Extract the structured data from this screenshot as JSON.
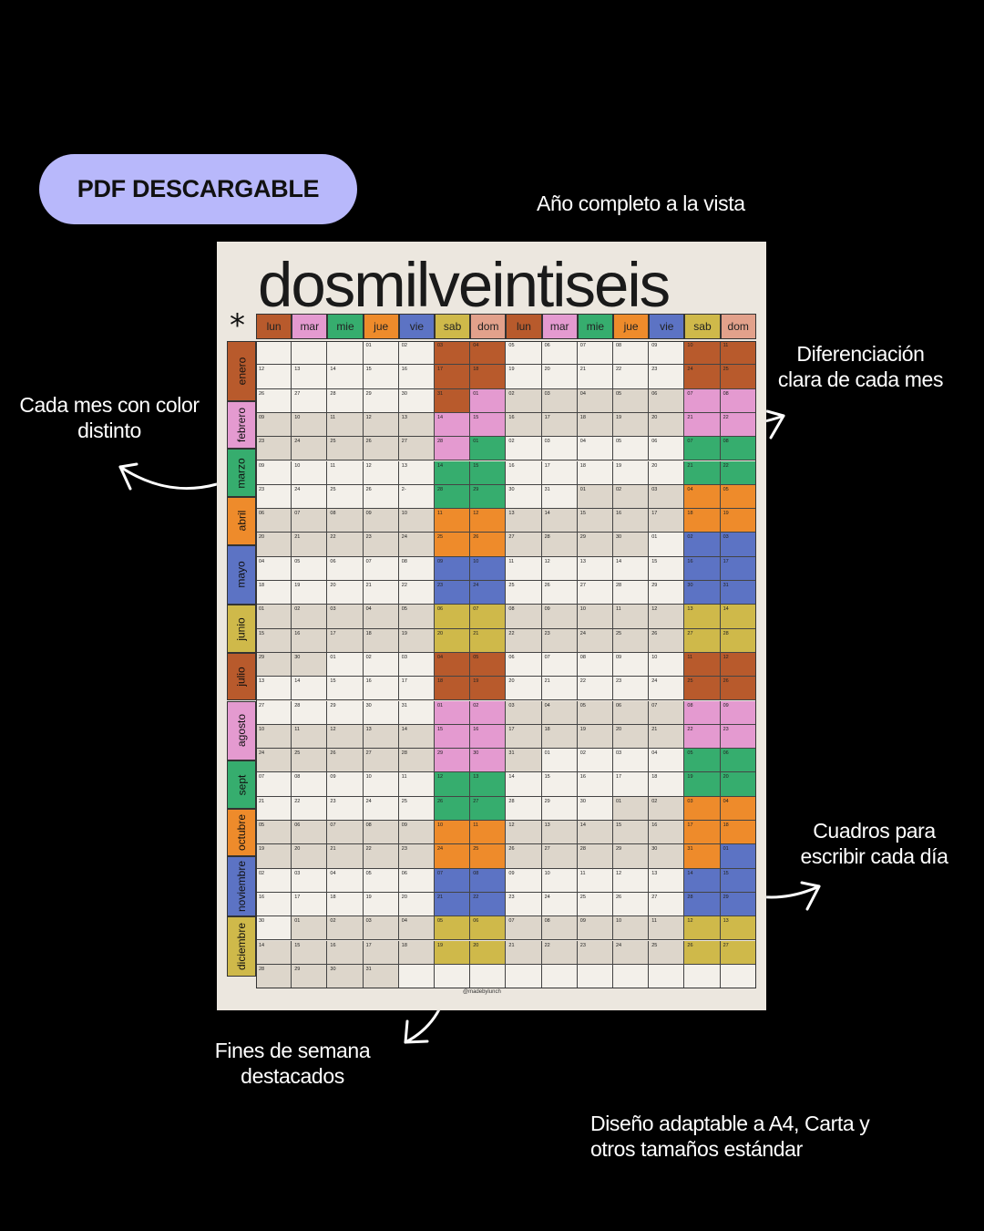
{
  "badge": "PDF DESCARGABLE",
  "notes": {
    "anio": "Año completo a la vista",
    "diferenciacion": "Diferenciación clara de cada mes",
    "color_mes": "Cada mes con color distinto",
    "cuadros": "Cuadros para escribir cada día",
    "fines": "Fines de semana destacados",
    "disenio": "Diseño adaptable a A4, Carta y otros tamaños estándar"
  },
  "poster": {
    "title": "dosmilveintiseis",
    "asterisk": "*",
    "handle": "@madebylunch",
    "days": [
      {
        "label": "lun",
        "color": "#b85a2c"
      },
      {
        "label": "mar",
        "color": "#e49ad0"
      },
      {
        "label": "mie",
        "color": "#36ad6e"
      },
      {
        "label": "jue",
        "color": "#ee8b2b"
      },
      {
        "label": "vie",
        "color": "#5c73c4"
      },
      {
        "label": "sab",
        "color": "#cfb94a"
      },
      {
        "label": "dom",
        "color": "#e2a18b"
      },
      {
        "label": "lun",
        "color": "#b85a2c"
      },
      {
        "label": "mar",
        "color": "#e49ad0"
      },
      {
        "label": "mie",
        "color": "#36ad6e"
      },
      {
        "label": "jue",
        "color": "#ee8b2b"
      },
      {
        "label": "vie",
        "color": "#5c73c4"
      },
      {
        "label": "sab",
        "color": "#cfb94a"
      },
      {
        "label": "dom",
        "color": "#e2a18b"
      }
    ],
    "months": [
      {
        "name": "enero",
        "color": "#b85a2c",
        "rows": 2.5
      },
      {
        "name": "febrero",
        "color": "#e49ad0",
        "rows": 2
      },
      {
        "name": "marzo",
        "color": "#36ad6e",
        "rows": 2
      },
      {
        "name": "abril",
        "color": "#ee8b2b",
        "rows": 2
      },
      {
        "name": "mayo",
        "color": "#5c73c4",
        "rows": 2.5
      },
      {
        "name": "junio",
        "color": "#cfb94a",
        "rows": 2
      },
      {
        "name": "julio",
        "color": "#b85a2c",
        "rows": 2
      },
      {
        "name": "agosto",
        "color": "#e49ad0",
        "rows": 2.5
      },
      {
        "name": "sept",
        "color": "#36ad6e",
        "rows": 2
      },
      {
        "name": "octubre",
        "color": "#ee8b2b",
        "rows": 2
      },
      {
        "name": "noviembre",
        "color": "#5c73c4",
        "rows": 2.5
      },
      {
        "name": "diciembre",
        "color": "#cfb94a",
        "rows": 2.5
      }
    ],
    "rows": [
      [
        "",
        "",
        "",
        "01",
        "02",
        "03",
        "04",
        "05",
        "06",
        "07",
        "08",
        "09",
        "10",
        "11"
      ],
      [
        "12",
        "13",
        "14",
        "15",
        "16",
        "17",
        "18",
        "19",
        "20",
        "21",
        "22",
        "23",
        "24",
        "25"
      ],
      [
        "26",
        "27",
        "28",
        "29",
        "30",
        "31",
        "01",
        "02",
        "03",
        "04",
        "05",
        "06",
        "07",
        "08"
      ],
      [
        "09",
        "10",
        "11",
        "12",
        "13",
        "14",
        "15",
        "16",
        "17",
        "18",
        "19",
        "20",
        "21",
        "22"
      ],
      [
        "23",
        "24",
        "25",
        "26",
        "27",
        "28",
        "01",
        "02",
        "03",
        "04",
        "05",
        "06",
        "07",
        "08"
      ],
      [
        "09",
        "10",
        "11",
        "12",
        "13",
        "14",
        "15",
        "16",
        "17",
        "18",
        "19",
        "20",
        "21",
        "22"
      ],
      [
        "23",
        "24",
        "25",
        "26",
        "2-",
        "28",
        "29",
        "30",
        "31",
        "01",
        "02",
        "03",
        "04",
        "05"
      ],
      [
        "06",
        "07",
        "08",
        "09",
        "10",
        "11",
        "12",
        "13",
        "14",
        "15",
        "16",
        "17",
        "18",
        "19"
      ],
      [
        "20",
        "21",
        "22",
        "23",
        "24",
        "25",
        "26",
        "27",
        "28",
        "29",
        "30",
        "01",
        "02",
        "03"
      ],
      [
        "04",
        "05",
        "06",
        "07",
        "08",
        "09",
        "10",
        "11",
        "12",
        "13",
        "14",
        "15",
        "16",
        "17"
      ],
      [
        "18",
        "19",
        "20",
        "21",
        "22",
        "23",
        "24",
        "25",
        "26",
        "27",
        "28",
        "29",
        "30",
        "31"
      ],
      [
        "01",
        "02",
        "03",
        "04",
        "05",
        "06",
        "07",
        "08",
        "09",
        "10",
        "11",
        "12",
        "13",
        "14"
      ],
      [
        "15",
        "16",
        "17",
        "18",
        "19",
        "20",
        "21",
        "22",
        "23",
        "24",
        "25",
        "26",
        "27",
        "28"
      ],
      [
        "29",
        "30",
        "01",
        "02",
        "03",
        "04",
        "05",
        "06",
        "07",
        "08",
        "09",
        "10",
        "11",
        "12"
      ],
      [
        "13",
        "14",
        "15",
        "16",
        "17",
        "18",
        "19",
        "20",
        "21",
        "22",
        "23",
        "24",
        "25",
        "26"
      ],
      [
        "27",
        "28",
        "29",
        "30",
        "31",
        "01",
        "02",
        "03",
        "04",
        "05",
        "06",
        "07",
        "08",
        "09"
      ],
      [
        "10",
        "11",
        "12",
        "13",
        "14",
        "15",
        "16",
        "17",
        "18",
        "19",
        "20",
        "21",
        "22",
        "23"
      ],
      [
        "24",
        "25",
        "26",
        "27",
        "28",
        "29",
        "30",
        "31",
        "01",
        "02",
        "03",
        "04",
        "05",
        "06"
      ],
      [
        "07",
        "08",
        "09",
        "10",
        "11",
        "12",
        "13",
        "14",
        "15",
        "16",
        "17",
        "18",
        "19",
        "20"
      ],
      [
        "21",
        "22",
        "23",
        "24",
        "25",
        "26",
        "27",
        "28",
        "29",
        "30",
        "01",
        "02",
        "03",
        "04"
      ],
      [
        "05",
        "06",
        "07",
        "08",
        "09",
        "10",
        "11",
        "12",
        "13",
        "14",
        "15",
        "16",
        "17",
        "18"
      ],
      [
        "19",
        "20",
        "21",
        "22",
        "23",
        "24",
        "25",
        "26",
        "27",
        "28",
        "29",
        "30",
        "31",
        "01"
      ],
      [
        "02",
        "03",
        "04",
        "05",
        "06",
        "07",
        "08",
        "09",
        "10",
        "11",
        "12",
        "13",
        "14",
        "15"
      ],
      [
        "16",
        "17",
        "18",
        "19",
        "20",
        "21",
        "22",
        "23",
        "24",
        "25",
        "26",
        "27",
        "28",
        "29"
      ],
      [
        "30",
        "01",
        "02",
        "03",
        "04",
        "05",
        "06",
        "07",
        "08",
        "09",
        "10",
        "11",
        "12",
        "13"
      ],
      [
        "14",
        "15",
        "16",
        "17",
        "18",
        "19",
        "20",
        "21",
        "22",
        "23",
        "24",
        "25",
        "26",
        "27"
      ],
      [
        "28",
        "29",
        "30",
        "31",
        "",
        "",
        "",
        "",
        "",
        "",
        "",
        "",
        "",
        ""
      ]
    ],
    "month_of_first_cell": [
      0,
      0,
      0,
      1,
      1,
      2,
      2,
      3,
      3,
      4,
      4,
      5,
      5,
      6,
      6,
      7,
      7,
      7,
      8,
      8,
      9,
      9,
      10,
      10,
      11,
      11,
      11
    ],
    "colors": {
      "paper": "#ece7df",
      "cell_light": "#f3f0ea",
      "cell_dark": "#ddd6cb",
      "m0": "#b85a2c",
      "m1": "#e49ad0",
      "m2": "#36ad6e",
      "m3": "#ee8b2b",
      "m4": "#5c73c4",
      "m5": "#cfb94a",
      "m6": "#b85a2c",
      "m7": "#e49ad0",
      "m8": "#36ad6e",
      "m9": "#ee8b2b",
      "m10": "#5c73c4",
      "m11": "#cfb94a"
    }
  }
}
